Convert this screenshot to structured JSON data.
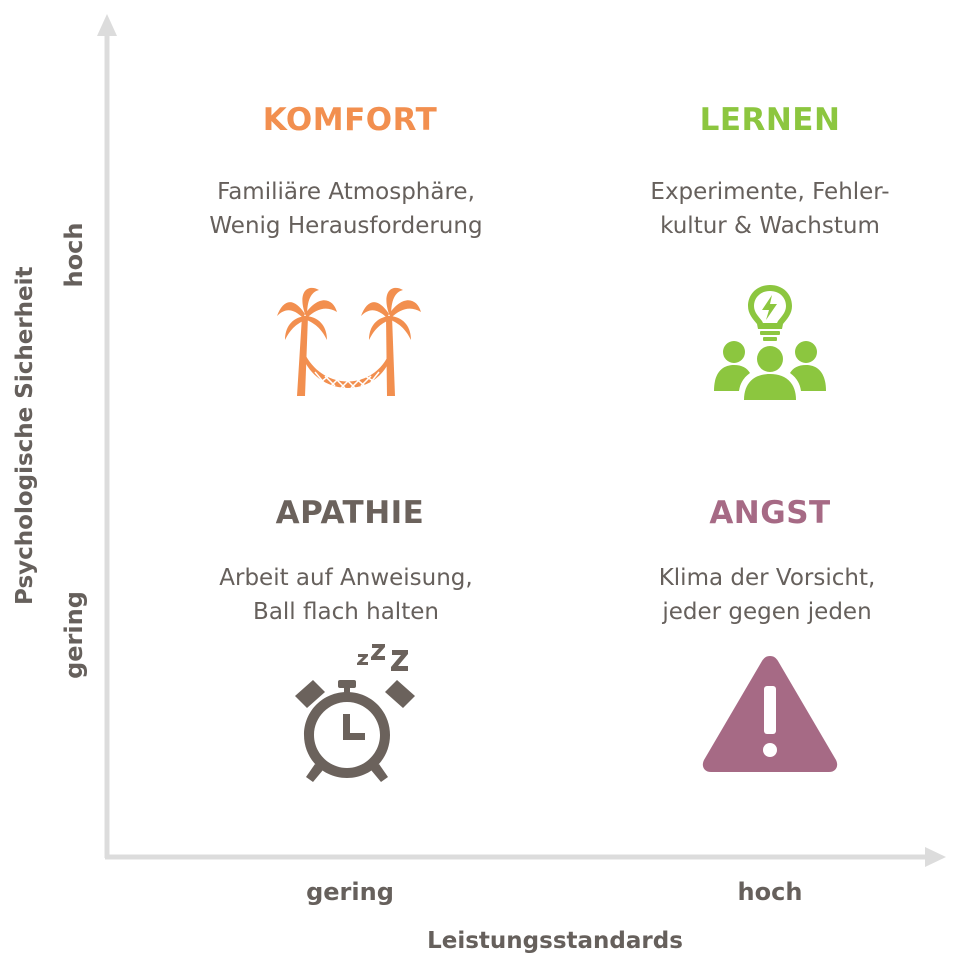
{
  "axes": {
    "y_title": "Psychologische Sicherheit",
    "y_high": "hoch",
    "y_low": "gering",
    "x_title": "Leistungsstandards",
    "x_low": "gering",
    "x_high": "hoch"
  },
  "quadrants": {
    "komfort": {
      "title": "KOMFORT",
      "line1": "Familiäre Atmosphäre,",
      "line2": "Wenig Herausforderung",
      "color": "#f28f4f",
      "icon": "palm-hammock-icon"
    },
    "lernen": {
      "title": "LERNEN",
      "line1": "Experimente, Fehler-",
      "line2": "kultur & Wachstum",
      "color": "#8cc63f",
      "icon": "team-idea-icon"
    },
    "apathie": {
      "title": "APATHIE",
      "line1": "Arbeit auf Anweisung,",
      "line2": "Ball flach halten",
      "color": "#6b625c",
      "icon": "sleeping-alarm-clock-icon",
      "zzz": "zzz"
    },
    "angst": {
      "title": "ANGST",
      "line1": "Klima der Vorsicht,",
      "line2": "jeder gegen jeden",
      "color": "#a66a85",
      "icon": "warning-triangle-icon"
    }
  },
  "colors": {
    "axis": "#dcdcdc",
    "text": "#66605c"
  }
}
